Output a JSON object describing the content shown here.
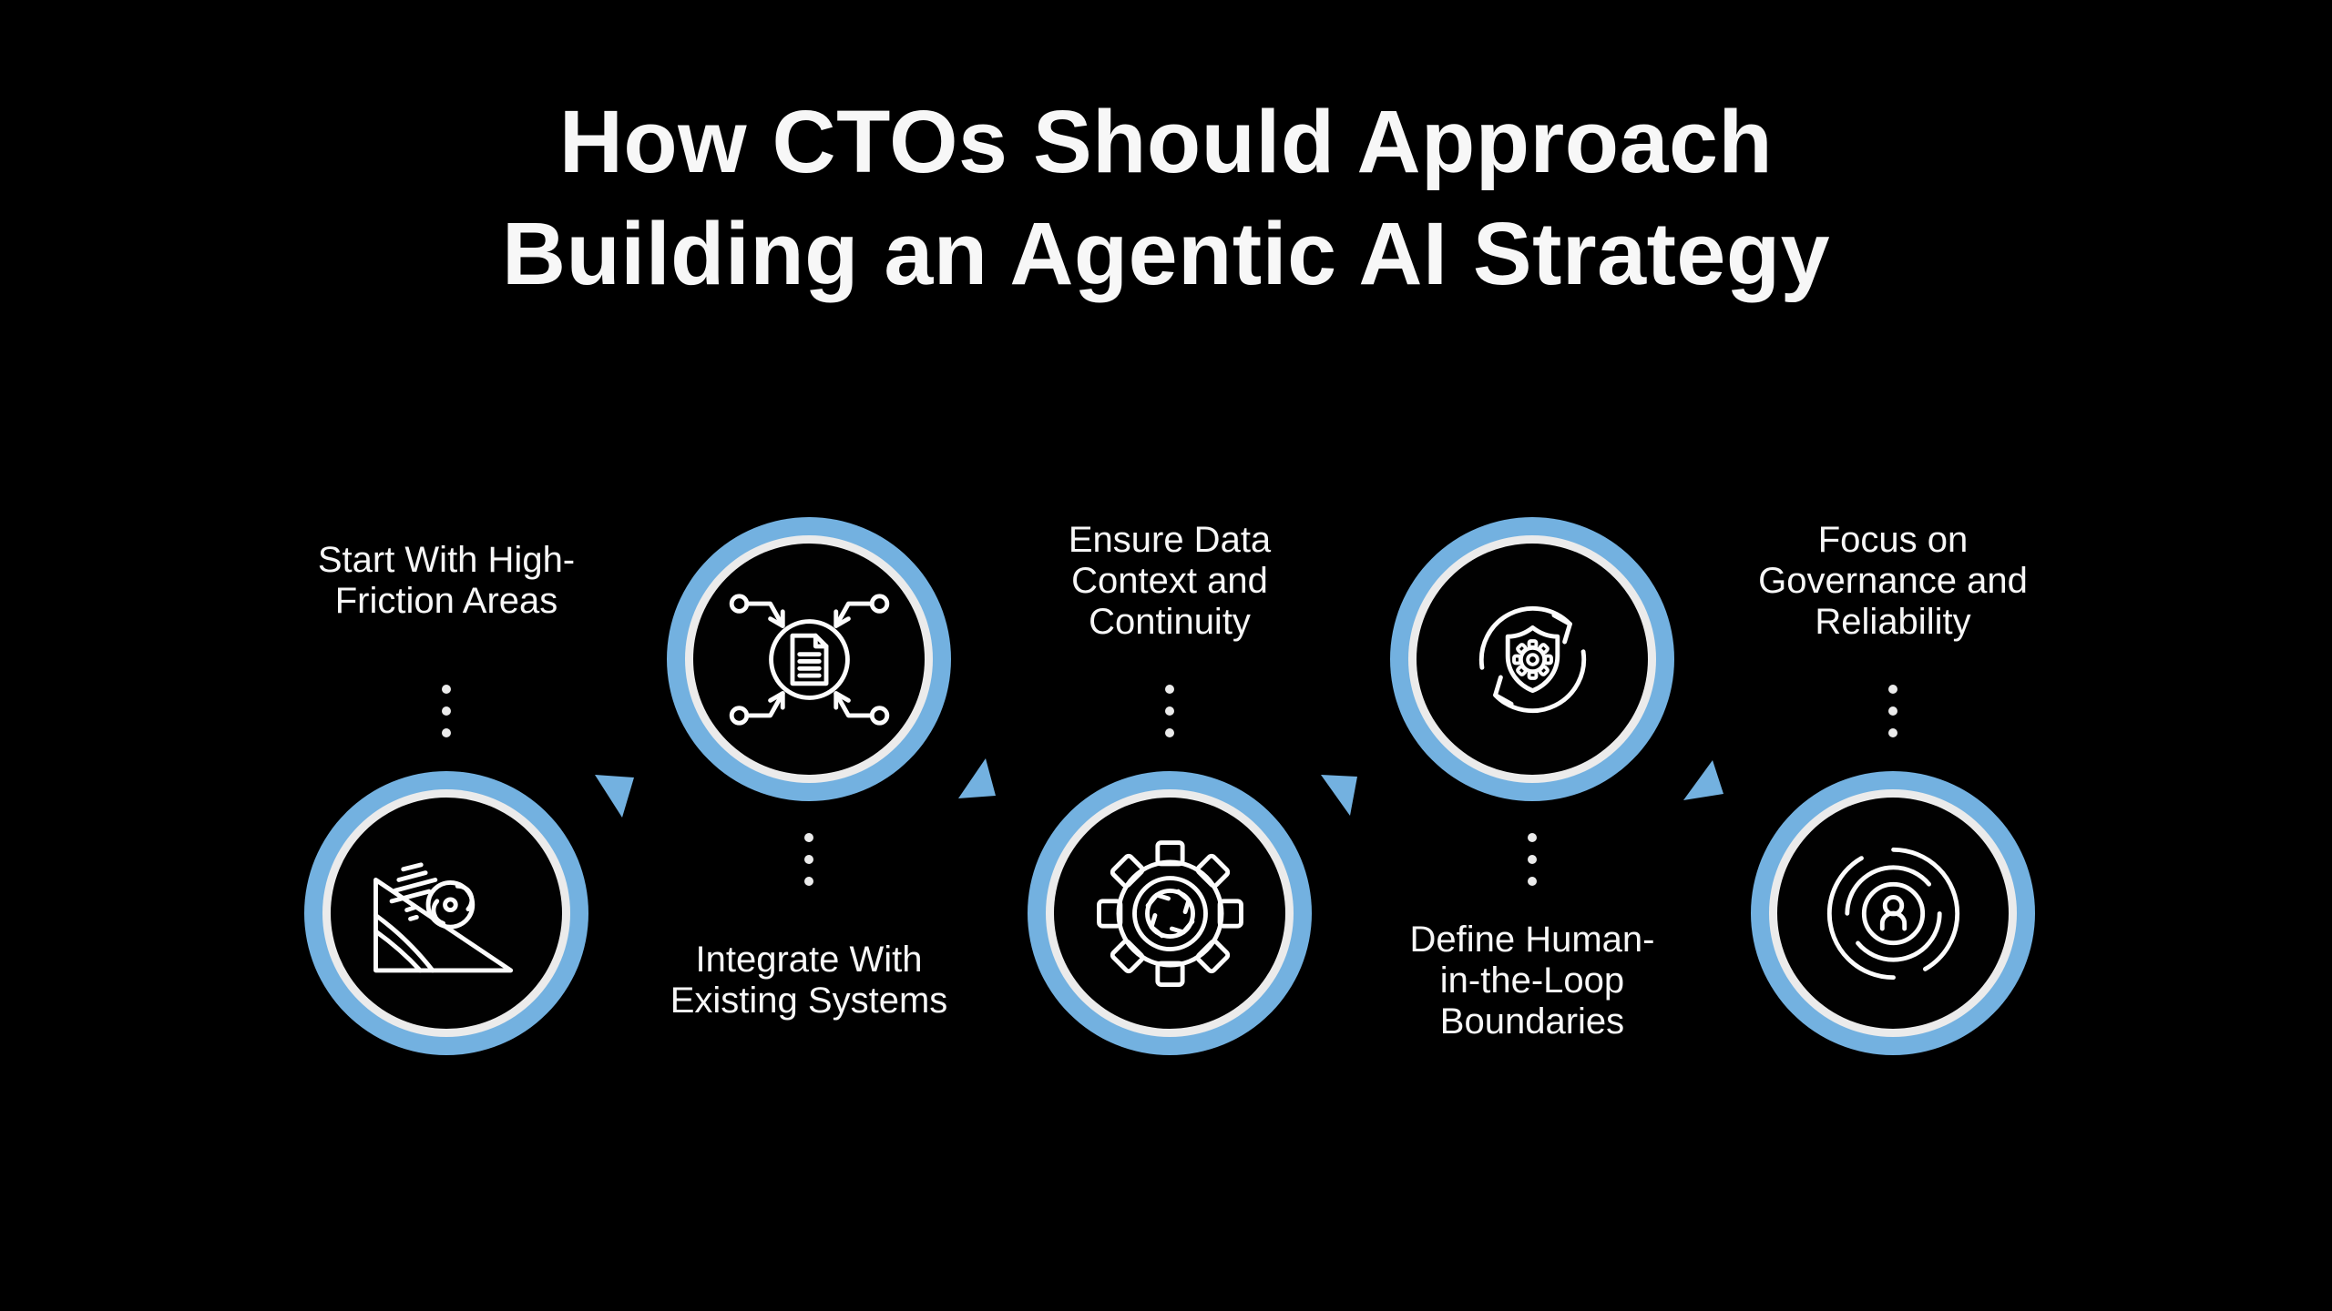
{
  "title": {
    "lines": [
      "How CTOs Should Approach",
      "Building an Agentic AI Strategy"
    ]
  },
  "colors": {
    "background": "#000000",
    "accent_blue": "#73b1e0",
    "ring_white": "#ebebeb",
    "text": "#f7f7f7"
  },
  "nodes": [
    {
      "id": 1,
      "position": "bottom",
      "label_lines": [
        "Start With High-",
        "Friction Areas"
      ],
      "icon": "friction-ramp-icon"
    },
    {
      "id": 2,
      "position": "top",
      "label_lines": [
        "Integrate With",
        "Existing Systems"
      ],
      "icon": "document-integration-icon"
    },
    {
      "id": 3,
      "position": "bottom",
      "label_lines": [
        "Ensure Data",
        "Context and",
        "Continuity"
      ],
      "icon": "gear-refresh-icon"
    },
    {
      "id": 4,
      "position": "top",
      "label_lines": [
        "Define Human-",
        "in-the-Loop",
        "Boundaries"
      ],
      "icon": "shield-gear-cycle-icon"
    },
    {
      "id": 5,
      "position": "bottom",
      "label_lines": [
        "Focus on",
        "Governance and",
        "Reliability"
      ],
      "icon": "person-radar-icon"
    }
  ],
  "connectors": {
    "dot_count": 3,
    "arrow_directions": [
      "down",
      "up",
      "down",
      "up"
    ]
  }
}
